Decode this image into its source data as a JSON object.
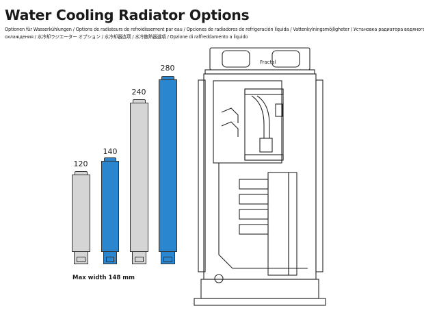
{
  "title": "Water Cooling Radiator Options",
  "subtitle_line1": "Optionen für Wasserkühlungen / Options de radiateurs de refroidissement par eau / Opciones de radiadores de refrigeración líquida / Vattenkylningsmöjligheter / Установка радиатора водяного",
  "subtitle_line2": "охлаждения / 水冷却ラジエーター オプション / 水冷却器选项 / 水冷散熱器選項 / Opzione di raffreddamento a liquido",
  "radiators": [
    {
      "size": "120",
      "color": "#d5d5d5"
    },
    {
      "size": "140",
      "color": "#2a86cf"
    },
    {
      "size": "240",
      "color": "#d5d5d5"
    },
    {
      "size": "280",
      "color": "#2a86cf"
    }
  ],
  "max_width_note": "Max width 148 mm",
  "case_logo": "Fractal"
}
